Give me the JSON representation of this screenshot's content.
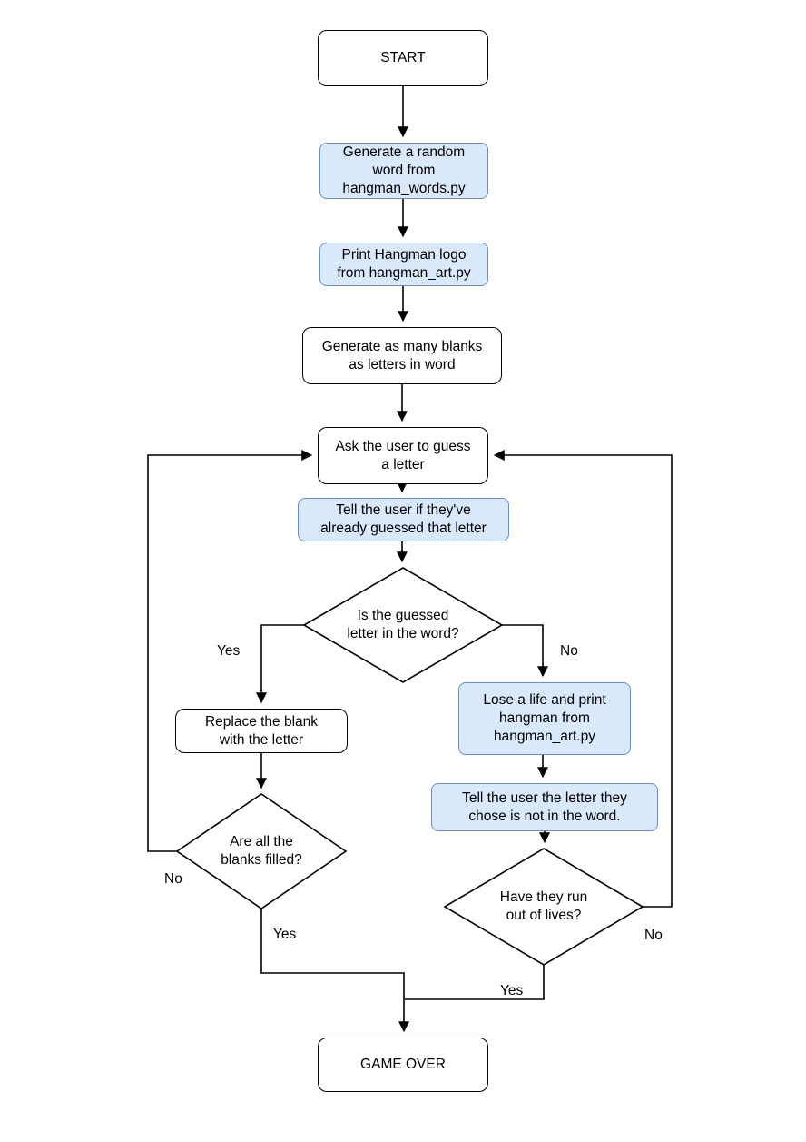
{
  "diagram": {
    "type": "flowchart",
    "colors": {
      "highlight_fill": "#dae8fc",
      "highlight_border": "#6c8ebf",
      "plain_fill": "#ffffff",
      "plain_border": "#000000",
      "connector": "#000000",
      "text": "#000000",
      "background": "#ffffff"
    },
    "nodes": {
      "start": {
        "label": "START",
        "shape": "rounded-rectangle",
        "style": "plain"
      },
      "generate_word": {
        "label": "Generate a random\nword from\nhangman_words.py",
        "shape": "rounded-rectangle",
        "style": "highlight"
      },
      "print_logo": {
        "label": "Print Hangman logo\nfrom hangman_art.py",
        "shape": "rounded-rectangle",
        "style": "highlight"
      },
      "generate_blanks": {
        "label": "Generate as many blanks\nas letters in word",
        "shape": "rounded-rectangle",
        "style": "plain"
      },
      "ask_guess": {
        "label": "Ask the user to guess\na letter",
        "shape": "rounded-rectangle",
        "style": "plain"
      },
      "tell_already_guessed": {
        "label": "Tell the user if they've\nalready guessed that letter",
        "shape": "rounded-rectangle",
        "style": "highlight"
      },
      "is_letter_in_word": {
        "label": "Is the guessed\nletter in the word?",
        "shape": "diamond",
        "style": "plain"
      },
      "replace_blank": {
        "label": "Replace the blank\nwith the letter",
        "shape": "rounded-rectangle",
        "style": "plain"
      },
      "lose_life": {
        "label": "Lose a life and print\nhangman from\nhangman_art.py",
        "shape": "rounded-rectangle",
        "style": "highlight"
      },
      "tell_not_in_word": {
        "label": "Tell the user the letter they\nchose is not in the word.",
        "shape": "rounded-rectangle",
        "style": "highlight"
      },
      "all_blanks_filled": {
        "label": "Are all the\nblanks filled?",
        "shape": "diamond",
        "style": "plain"
      },
      "out_of_lives": {
        "label": "Have they run\nout of lives?",
        "shape": "diamond",
        "style": "plain"
      },
      "game_over": {
        "label": "GAME OVER",
        "shape": "rounded-rectangle",
        "style": "plain"
      }
    },
    "edge_labels": {
      "in_word_yes": "Yes",
      "in_word_no": "No",
      "blanks_no": "No",
      "blanks_yes": "Yes",
      "lives_no": "No",
      "lives_yes": "Yes"
    }
  }
}
